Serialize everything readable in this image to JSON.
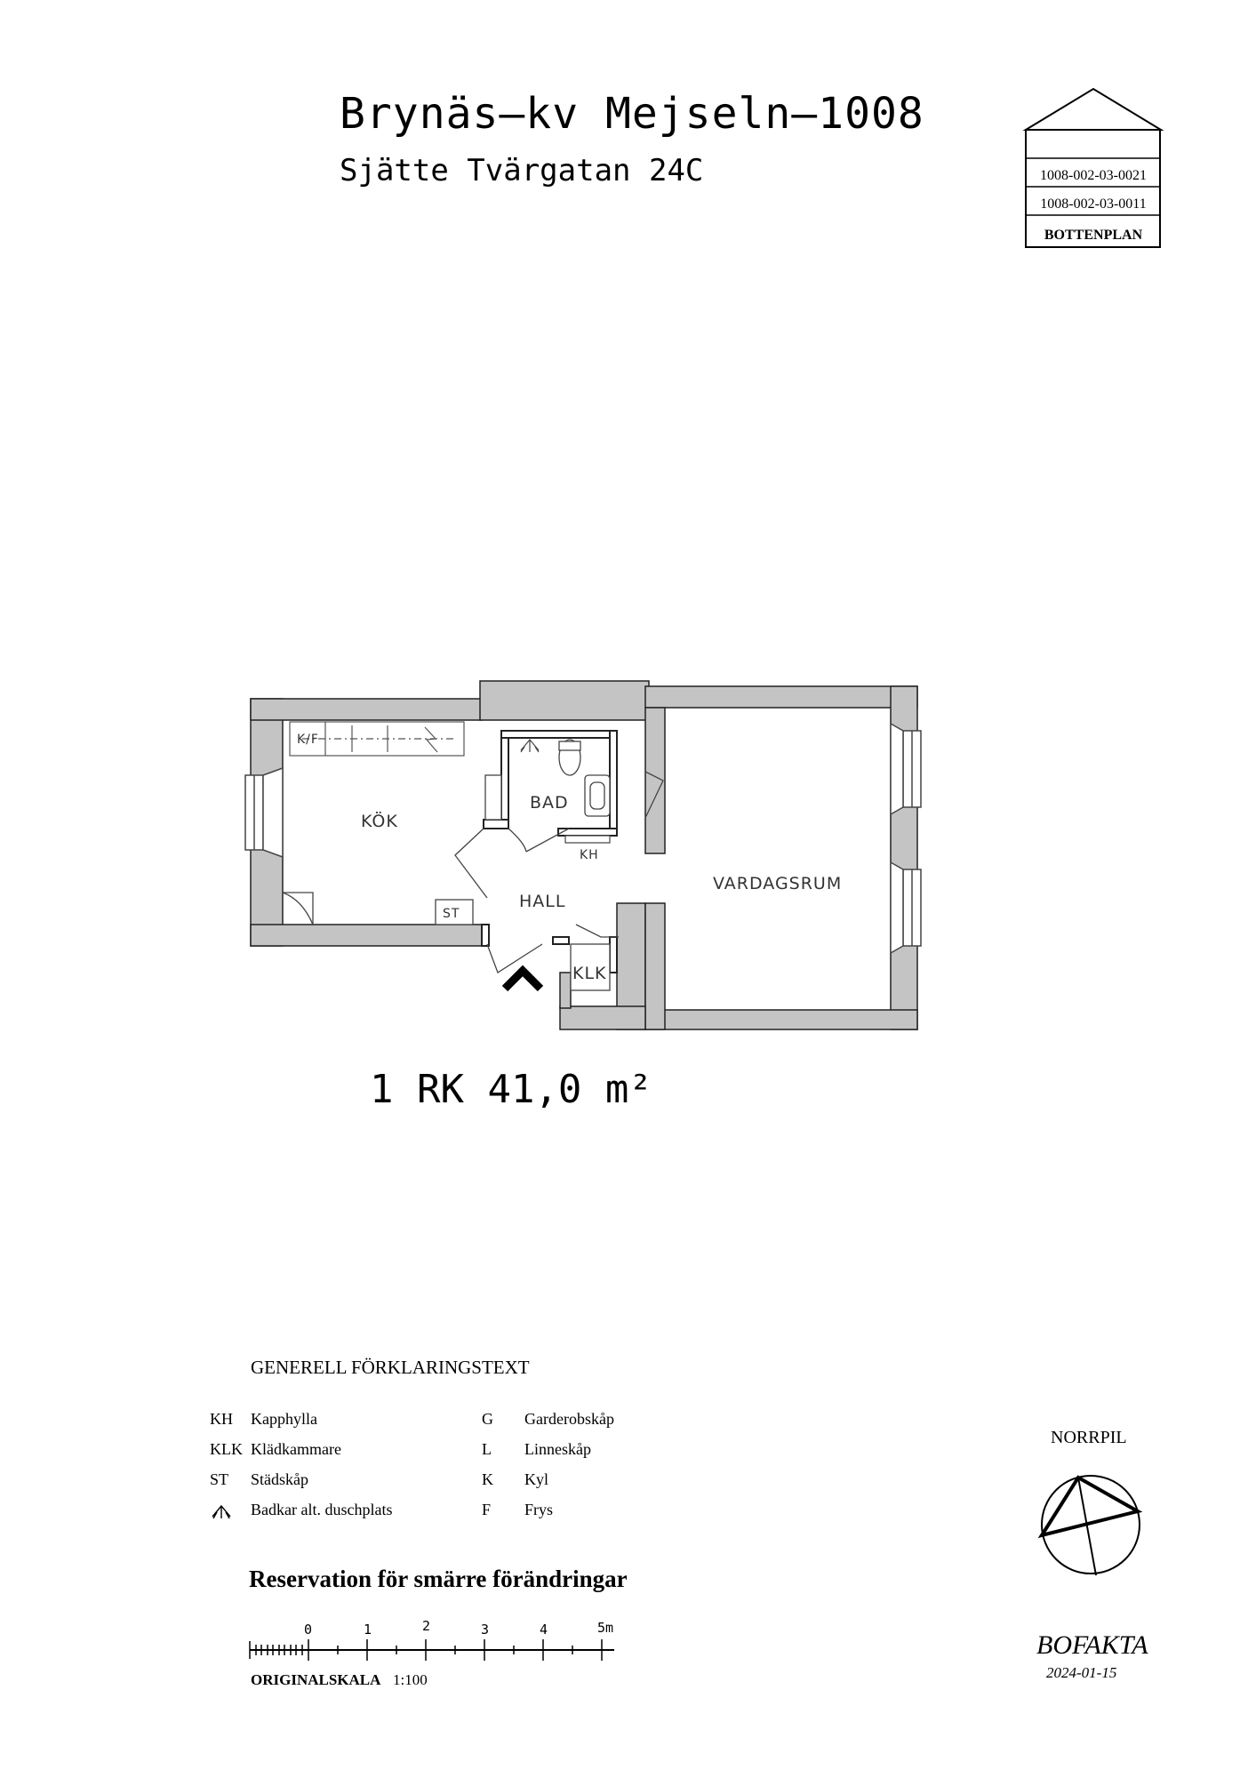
{
  "header": {
    "title": "Brynäs–kv Mejseln–1008",
    "subtitle": "Sjätte Tvärgatan 24C"
  },
  "stamp": {
    "code_1": "1008-002-03-0021",
    "code_2": "1008-002-03-0011",
    "level": "BOTTENPLAN"
  },
  "plan": {
    "rooms": {
      "kitchen": "KÖK",
      "bath": "BAD",
      "hall": "HALL",
      "living": "VARDAGSRUM",
      "closet": "KLK"
    },
    "fixtures": {
      "fridge_freezer": "K/F",
      "cleaning": "ST",
      "coat_rack": "KH"
    },
    "area": "1 RK 41,0 m²"
  },
  "legend": {
    "title": "GENERELL FÖRKLARINGSTEXT",
    "left": [
      {
        "code": "KH",
        "text": "Kapphylla"
      },
      {
        "code": "KLK",
        "text": "Klädkammare"
      },
      {
        "code": "ST",
        "text": "Städskåp"
      },
      {
        "code": "",
        "icon": "shower-icon",
        "text": "Badkar alt. duschplats"
      }
    ],
    "right": [
      {
        "code": "G",
        "text": "Garderobskåp"
      },
      {
        "code": "L",
        "text": "Linneskåp"
      },
      {
        "code": "K",
        "text": "Kyl"
      },
      {
        "code": "F",
        "text": "Frys"
      }
    ]
  },
  "reservation": "Reservation för smärre förändringar",
  "scale": {
    "ticks": [
      "0",
      "1",
      "2",
      "3",
      "4",
      "5m"
    ],
    "label": "ORIGINALSKALA",
    "value": "1:100"
  },
  "compass": {
    "label": "NORRPIL"
  },
  "footer": {
    "brand": "BOFAKTA",
    "date": "2024-01-15"
  }
}
